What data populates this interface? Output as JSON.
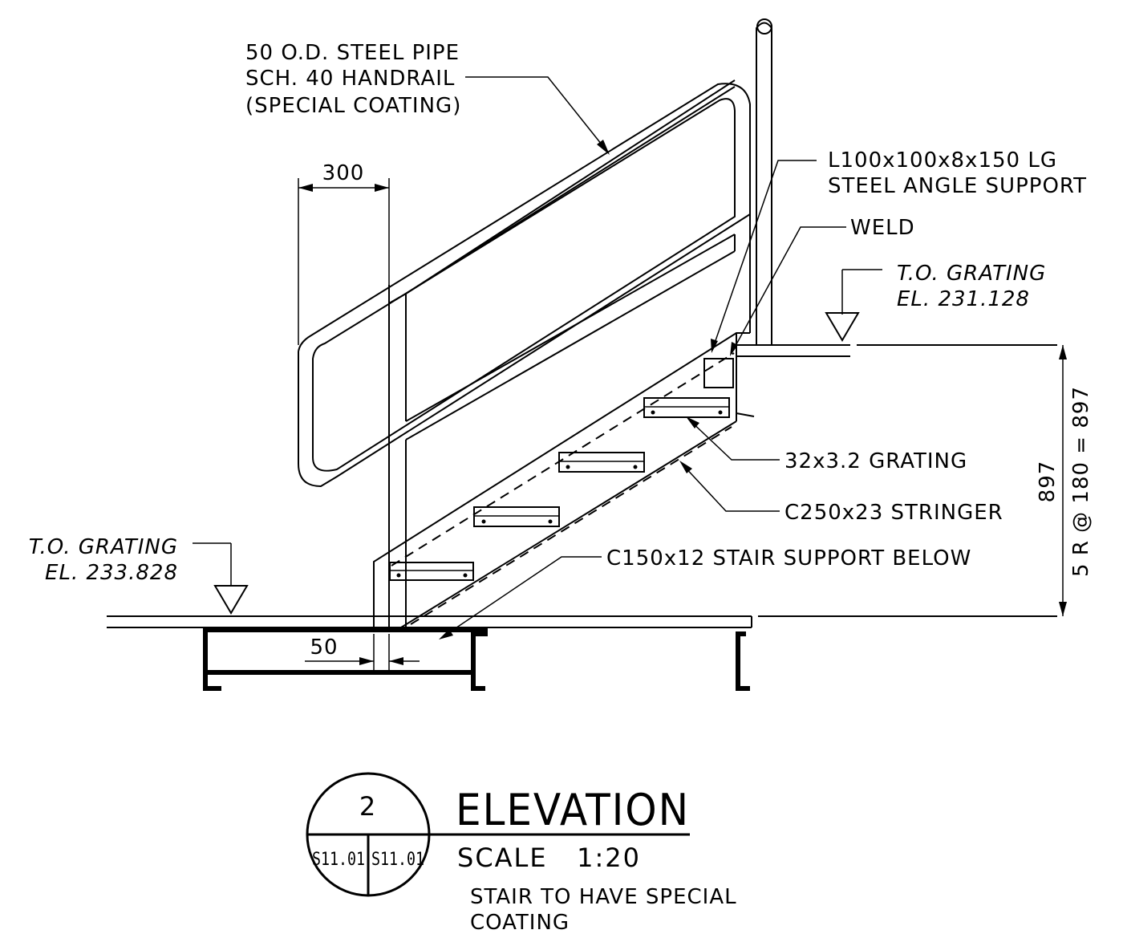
{
  "labels": {
    "pipe_line1": "50 O.D. STEEL PIPE",
    "pipe_line2": "SCH. 40 HANDRAIL",
    "pipe_line3": "(SPECIAL COATING)",
    "angle_line1": "L100x100x8x150 LG",
    "angle_line2": "STEEL ANGLE SUPPORT",
    "weld": "WELD",
    "grating_top_line1": "T.O. GRATING",
    "grating_top_line2": "EL. 231.128",
    "grating_bot_line1": "T.O. GRATING",
    "grating_bot_line2": "EL. 233.828",
    "grating": "32x3.2 GRATING",
    "stringer": "C250x23 STRINGER",
    "support": "C150x12 STAIR SUPPORT BELOW"
  },
  "dimensions": {
    "dim_300": "300",
    "dim_50": "50",
    "dim_897": "897",
    "dim_risers": "5 R @ 180 = 897"
  },
  "title_block": {
    "detail_number": "2",
    "sheet_left": "S11.01",
    "sheet_right": "S11.01",
    "title": "ELEVATION",
    "scale": "SCALE   1:20",
    "note_line1": "STAIR TO HAVE SPECIAL",
    "note_line2": "COATING"
  }
}
